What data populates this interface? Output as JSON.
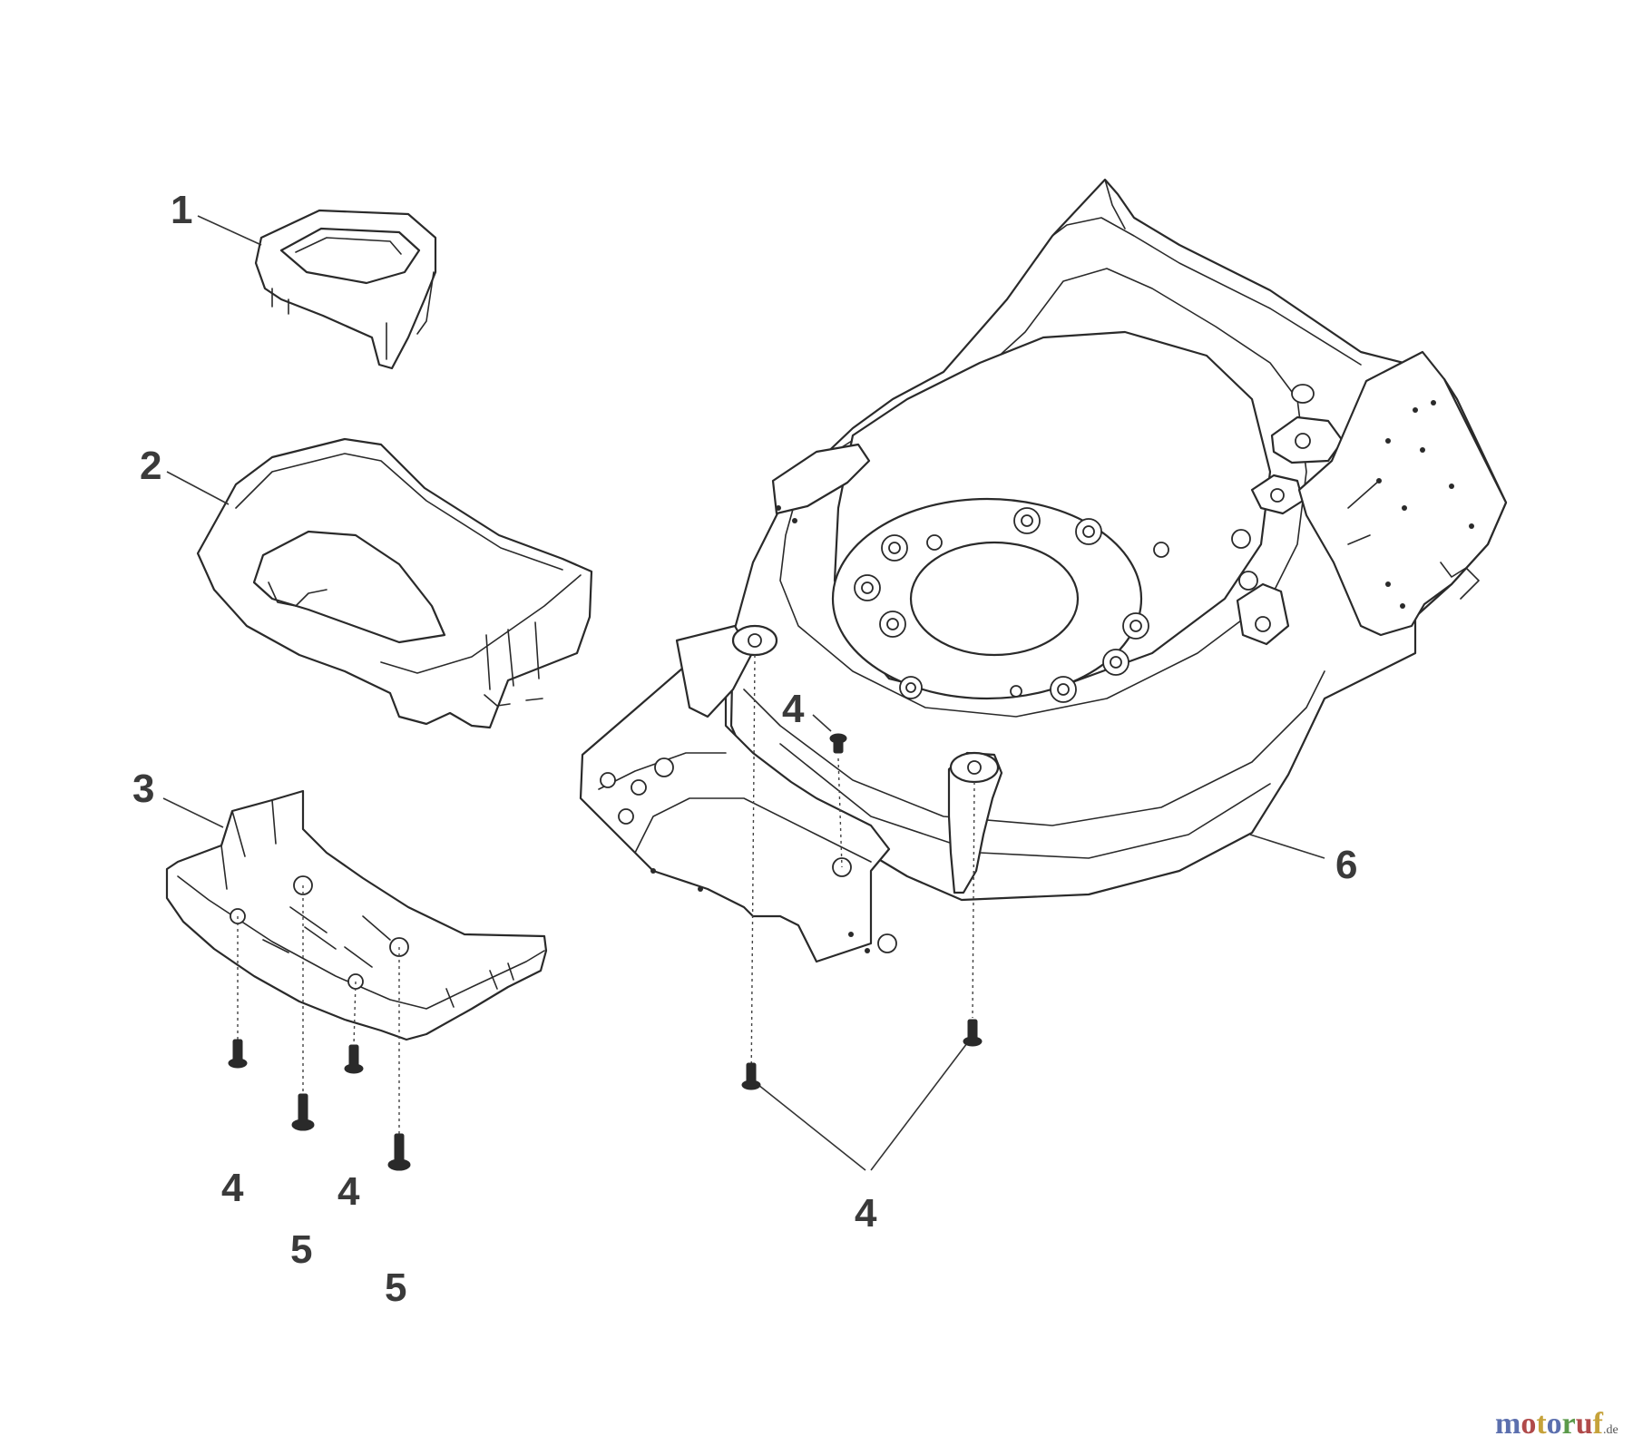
{
  "callouts": [
    {
      "id": "c1",
      "label": "1"
    },
    {
      "id": "c2",
      "label": "2"
    },
    {
      "id": "c3",
      "label": "3"
    },
    {
      "id": "c4a",
      "label": "4"
    },
    {
      "id": "c4b",
      "label": "4"
    },
    {
      "id": "c4c",
      "label": "4"
    },
    {
      "id": "c4d",
      "label": "4"
    },
    {
      "id": "c5a",
      "label": "5"
    },
    {
      "id": "c5b",
      "label": "5"
    },
    {
      "id": "c6",
      "label": "6"
    }
  ],
  "watermark": {
    "letters": [
      {
        "char": "m",
        "color": "#5b6fae"
      },
      {
        "char": "o",
        "color": "#b04a4a"
      },
      {
        "char": "t",
        "color": "#c6a23a"
      },
      {
        "char": "o",
        "color": "#5b6fae"
      },
      {
        "char": "r",
        "color": "#5a9a4a"
      },
      {
        "char": "u",
        "color": "#b04a4a"
      },
      {
        "char": "f",
        "color": "#c6a23a"
      }
    ],
    "suffix": ".de"
  },
  "colors": {
    "line": "#2a2a2a",
    "label": "#3a3a3a",
    "background": "#ffffff"
  }
}
